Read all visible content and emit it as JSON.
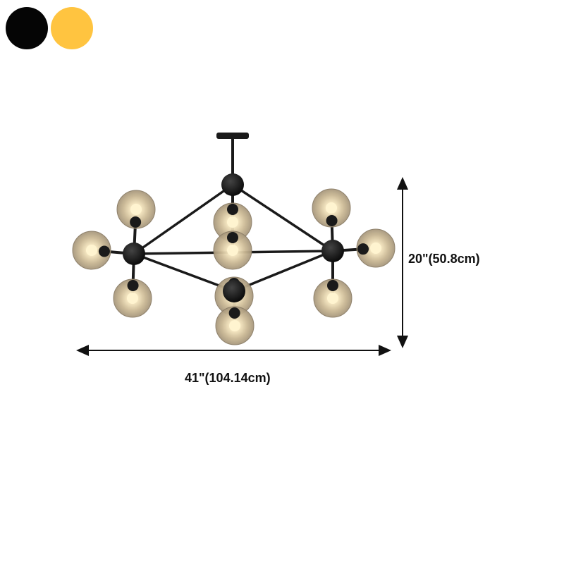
{
  "color_swatches": [
    {
      "name": "black",
      "color": "#050505"
    },
    {
      "name": "gold",
      "color": "#FFC440"
    }
  ],
  "dimensions": {
    "height_label": "20\"(50.8cm)",
    "width_label": "41\"(104.14cm)"
  },
  "product": {
    "frame_color": "#1a1a1a",
    "globe_color": "#c9b89a",
    "bulb_color": "#fff4d0"
  }
}
